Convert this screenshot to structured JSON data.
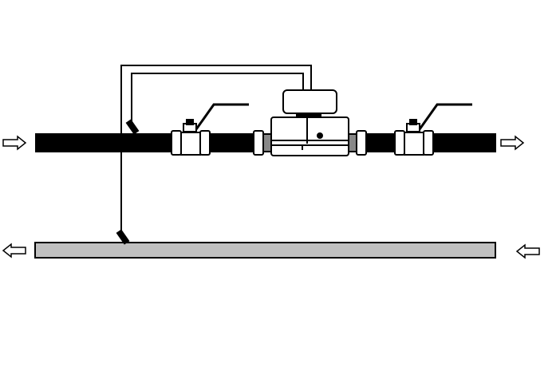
{
  "diagram": {
    "type": "heat-meter-installation",
    "colors": {
      "supply_pipe": "#000000",
      "return_pipe": "#c0c0c0",
      "outline": "#000000",
      "background": "#ffffff"
    },
    "flow": {
      "supply_direction": "left-to-right",
      "return_direction": "right-to-left"
    },
    "icons": [
      "arrow-right-icon",
      "arrow-left-icon",
      "ball-valve-icon",
      "flow-meter-icon",
      "temperature-sensor-icon"
    ]
  }
}
